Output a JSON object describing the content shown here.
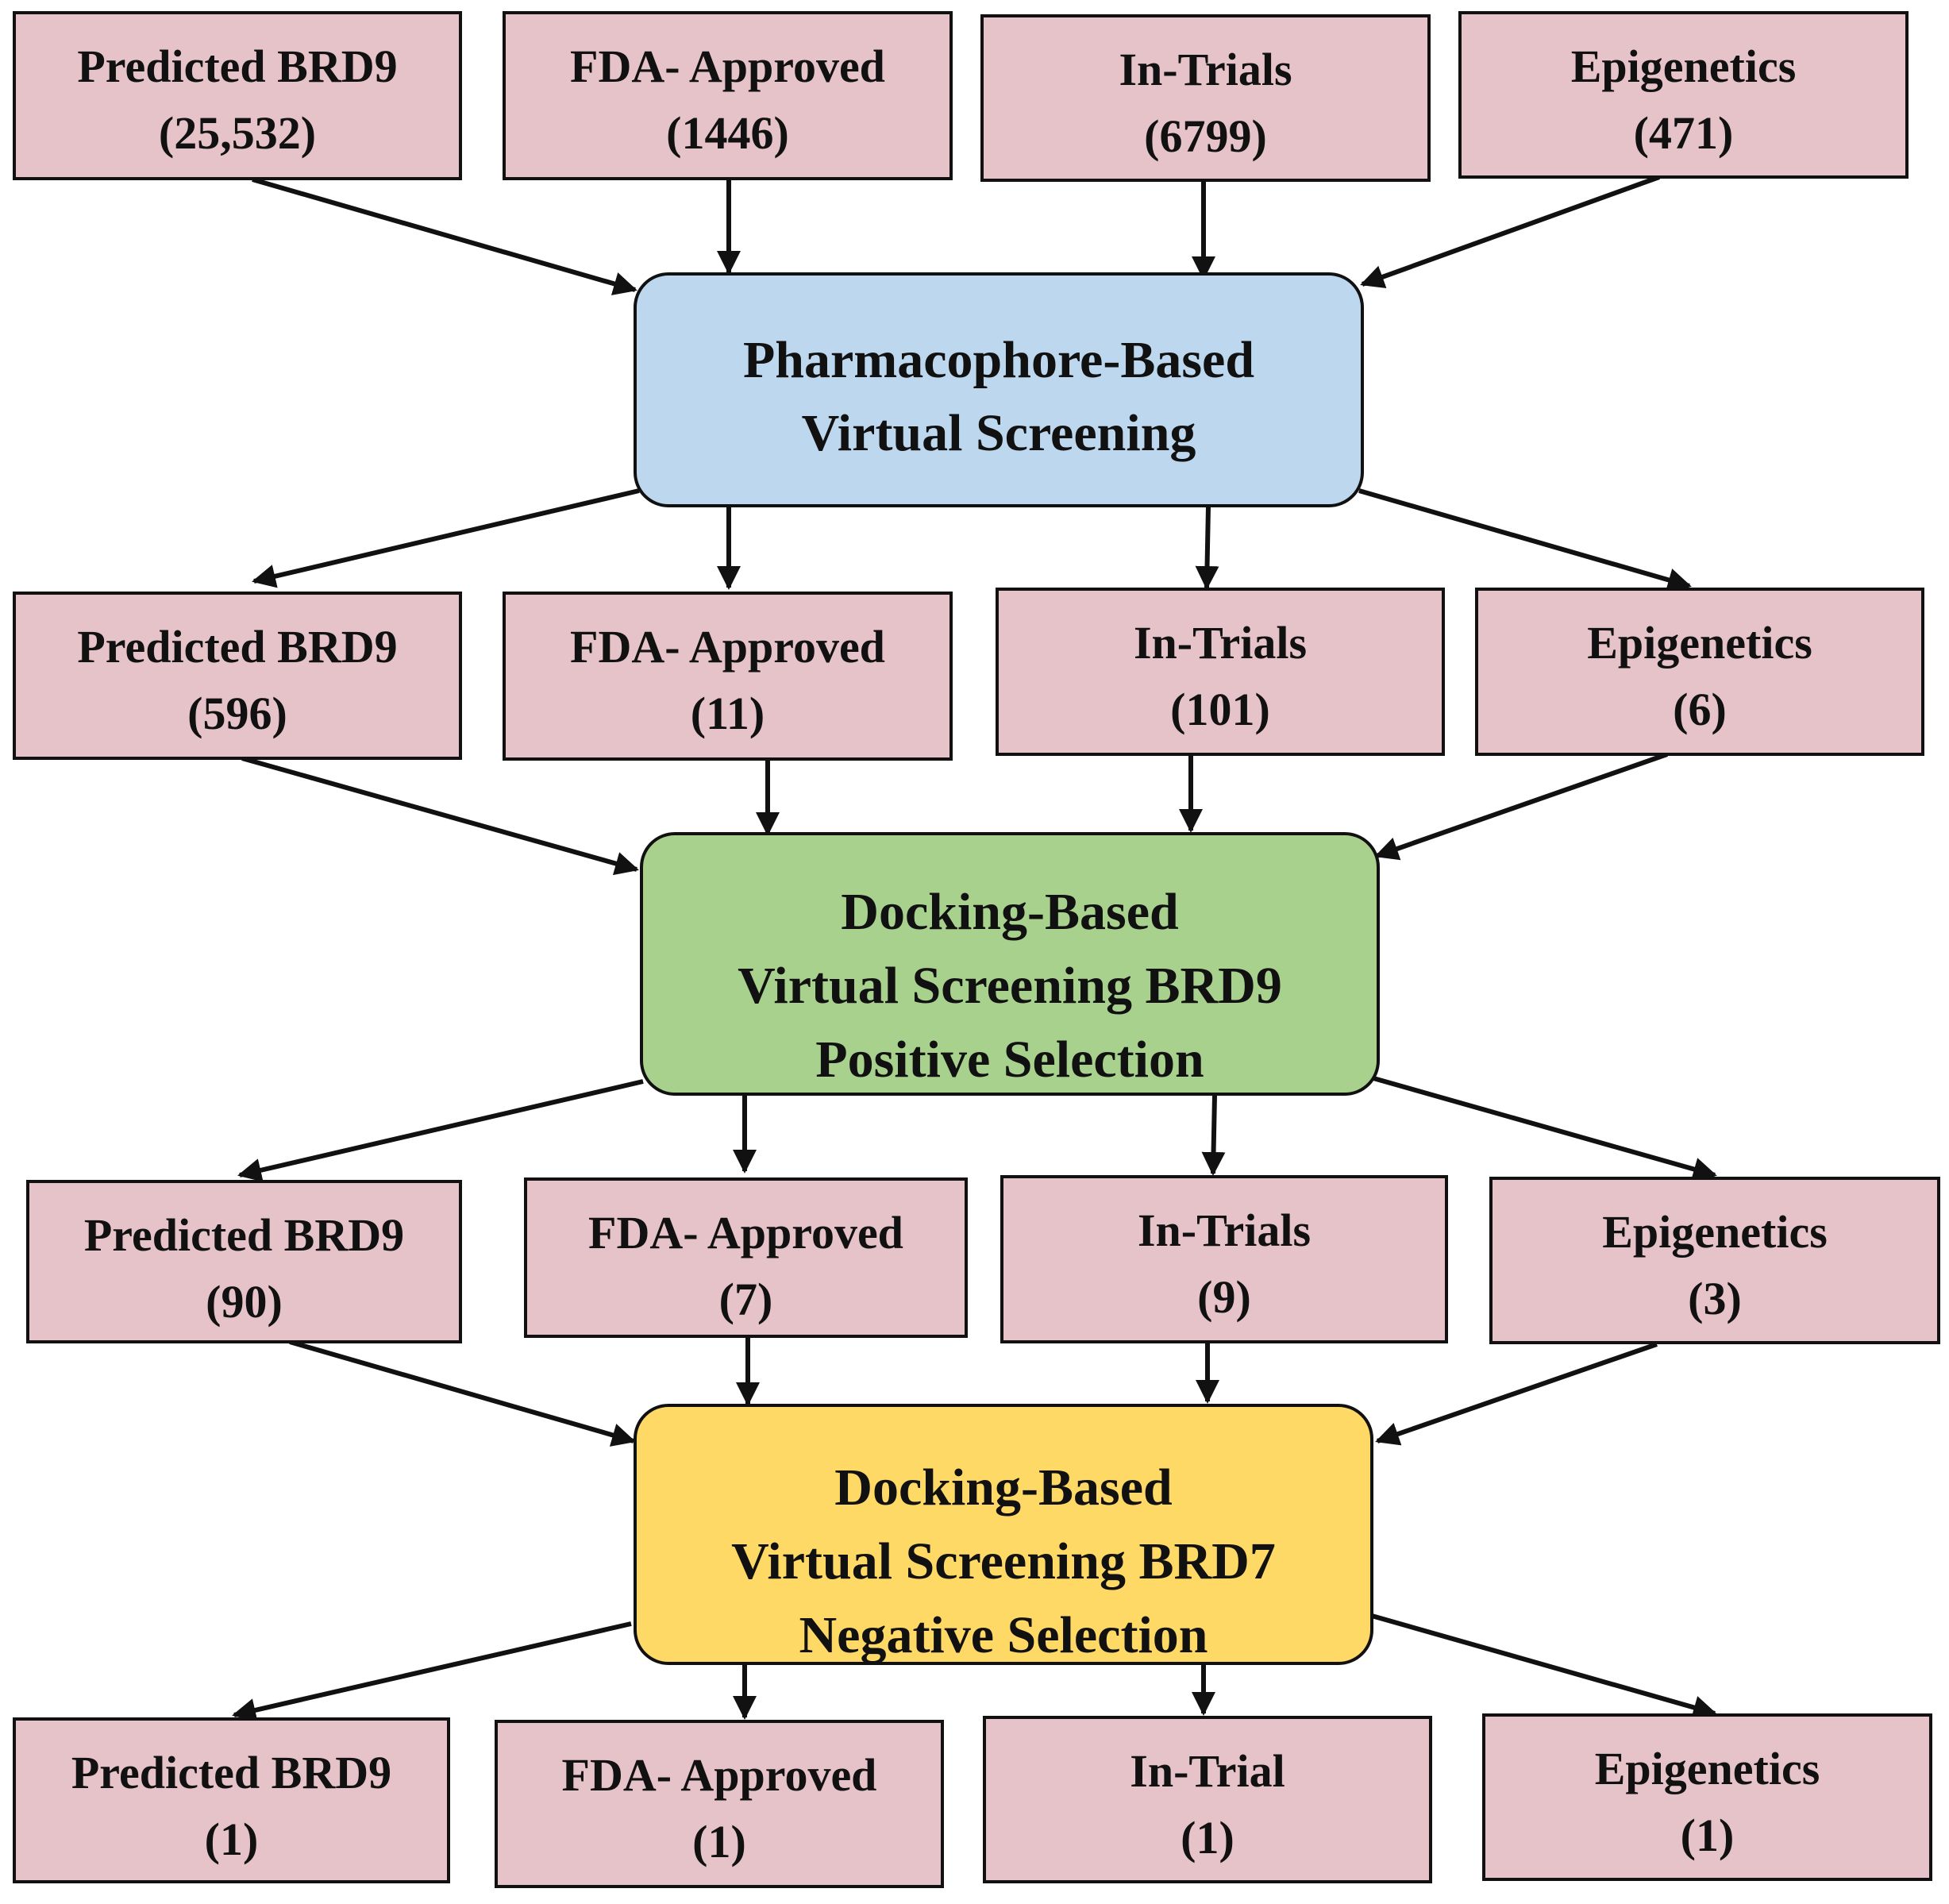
{
  "colors": {
    "db_fill": "#e6c3c9",
    "pharmacophore_fill": "#bdd7ee",
    "brd9_fill": "#a9d18e",
    "brd7_fill": "#ffd966",
    "border": "#111111"
  },
  "rows": [
    {
      "id": "row1",
      "boxes": [
        {
          "id": "r1-predicted-brd9",
          "label": "Predicted BRD9",
          "count": "(25,532)"
        },
        {
          "id": "r1-fda-approved",
          "label": "FDA- Approved",
          "count": "(1446)"
        },
        {
          "id": "r1-in-trials",
          "label": "In-Trials",
          "count": "(6799)"
        },
        {
          "id": "r1-epigenetics",
          "label": "Epigenetics",
          "count": "(471)"
        }
      ]
    },
    {
      "id": "row2",
      "boxes": [
        {
          "id": "r2-predicted-brd9",
          "label": "Predicted BRD9",
          "count": "(596)"
        },
        {
          "id": "r2-fda-approved",
          "label": "FDA- Approved",
          "count": "(11)"
        },
        {
          "id": "r2-in-trials",
          "label": "In-Trials",
          "count": "(101)"
        },
        {
          "id": "r2-epigenetics",
          "label": "Epigenetics",
          "count": "(6)"
        }
      ]
    },
    {
      "id": "row3",
      "boxes": [
        {
          "id": "r3-predicted-brd9",
          "label": "Predicted BRD9",
          "count": "(90)"
        },
        {
          "id": "r3-fda-approved",
          "label": "FDA- Approved",
          "count": "(7)"
        },
        {
          "id": "r3-in-trials",
          "label": "In-Trials",
          "count": "(9)"
        },
        {
          "id": "r3-epigenetics",
          "label": "Epigenetics",
          "count": "(3)"
        }
      ]
    },
    {
      "id": "row4",
      "boxes": [
        {
          "id": "r4-predicted-brd9",
          "label": "Predicted BRD9",
          "count": "(1)"
        },
        {
          "id": "r4-fda-approved",
          "label": "FDA- Approved",
          "count": "(1)"
        },
        {
          "id": "r4-in-trial",
          "label": "In-Trial",
          "count": "(1)"
        },
        {
          "id": "r4-epigenetics",
          "label": "Epigenetics",
          "count": "(1)"
        }
      ]
    }
  ],
  "stages": [
    {
      "id": "pharmacophore-screening",
      "lines": [
        "Pharmacophore-Based",
        "Virtual Screening"
      ]
    },
    {
      "id": "brd9-docking-screening",
      "lines": [
        "Docking-Based",
        "Virtual Screening BRD9",
        "Positive Selection"
      ]
    },
    {
      "id": "brd7-docking-screening",
      "lines": [
        "Docking-Based",
        "Virtual Screening BRD7",
        "Negative Selection"
      ]
    }
  ]
}
